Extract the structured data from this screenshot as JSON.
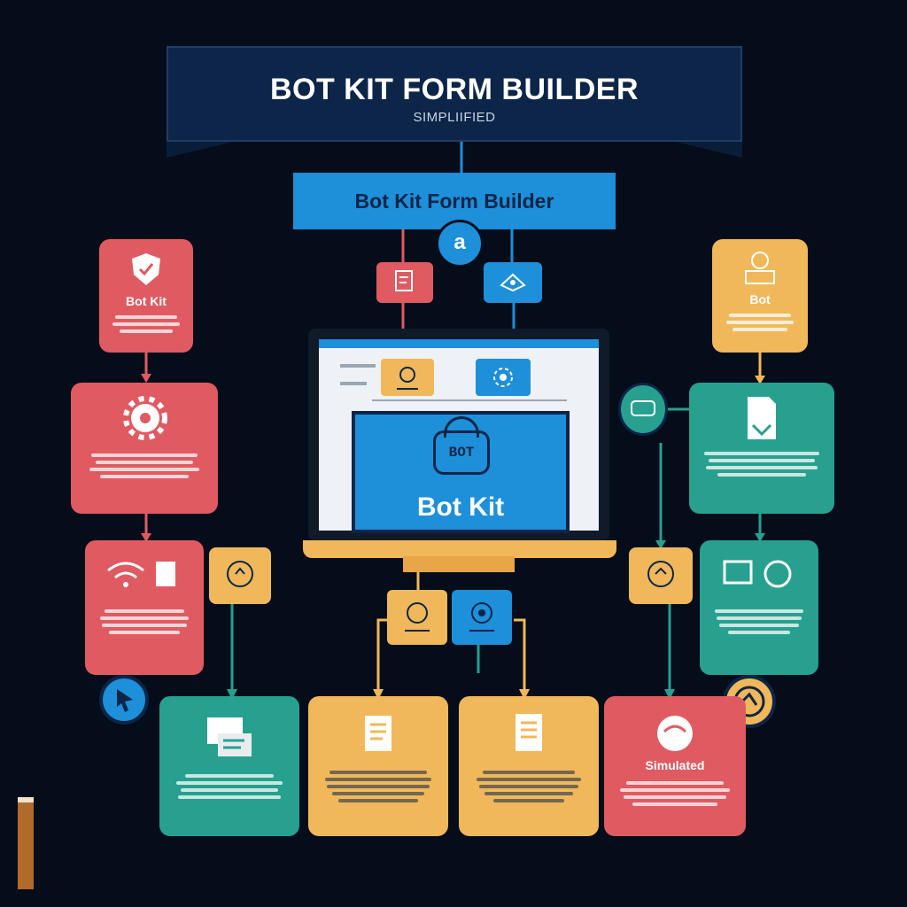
{
  "banner": {
    "title": "BOT KIT FORM BUILDER",
    "subtitle": "SIMPLIIFIED"
  },
  "top_bar": {
    "label": "Bot Kit Form Builder"
  },
  "center_badge": {
    "letter": "a"
  },
  "laptop": {
    "sign_text": "BOT",
    "screen_label": "Bot Kit"
  },
  "cards": {
    "left_top_title": "Bot Kit",
    "right_top_title": "Bot",
    "bottom_right_title": "Simulated"
  },
  "colors": {
    "background": "#050d1a",
    "banner": "#0c2548",
    "blue": "#1e8fd9",
    "red": "#e05a62",
    "teal": "#27a08f",
    "yellow": "#f0b85a"
  }
}
